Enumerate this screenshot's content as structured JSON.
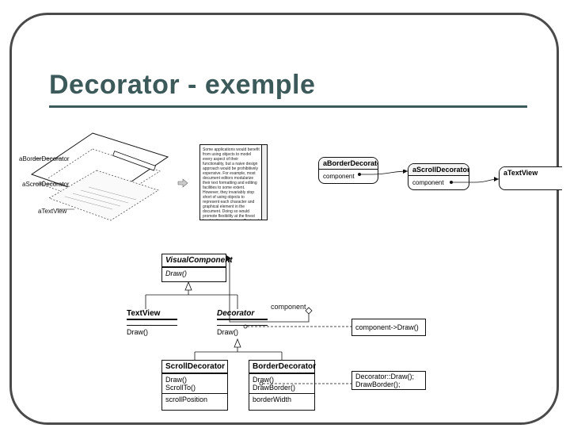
{
  "slide": {
    "title": "Decorator - exemple"
  },
  "illustration": {
    "layer_labels": [
      "aBorderDecorator",
      "aScrollDecorator",
      "aTextView"
    ],
    "sample_text": "Some applications would benefit from using objects to model every aspect of their functionality, but a naive design approach would be prohibitively expensive. For example, most document editors modularize their text formatting and editing facilities to some extent. However, they invariably stop short of using objects to represent each character and graphical element in the document. Doing so would promote flexibility at the finest level in the application. Text and graphics could be treated uniformly with"
  },
  "object_chain": {
    "border_decorator": {
      "name": "aBorderDecorator",
      "field": "component"
    },
    "scroll_decorator": {
      "name": "aScrollDecorator",
      "field": "component"
    },
    "text_view": {
      "name": "aTextView"
    }
  },
  "class_diagram": {
    "visual_component": {
      "name": "VisualComponent",
      "op": "Draw()"
    },
    "text_view": {
      "name": "TextView",
      "op": "Draw()"
    },
    "decorator": {
      "name": "Decorator",
      "op": "Draw()"
    },
    "component_label": "component",
    "note_decorator": "component->Draw()",
    "scroll_decorator": {
      "name": "ScrollDecorator",
      "ops": [
        "Draw()",
        "ScrollTo()"
      ],
      "attr": "scrollPosition"
    },
    "border_decorator": {
      "name": "BorderDecorator",
      "ops": [
        "Draw()",
        "DrawBorder()"
      ],
      "attr": "borderWidth"
    },
    "note_border": [
      "Decorator::Draw();",
      "DrawBorder();"
    ]
  },
  "colors": {
    "title": "#3d5a5a",
    "frame": "#4a4a4a"
  }
}
